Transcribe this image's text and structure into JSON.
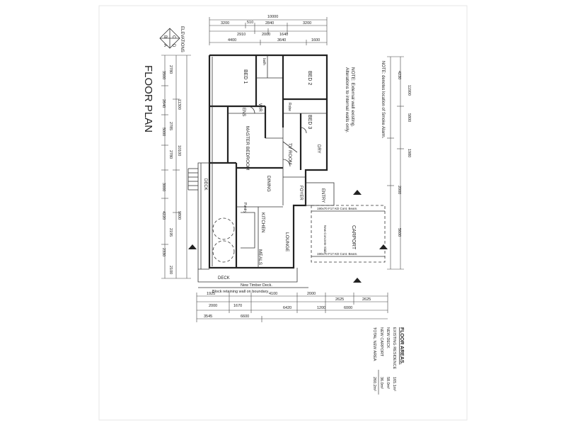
{
  "drawing": {
    "title": "FLOOR PLAN",
    "elevations_label": "ELEVATIONS",
    "elevation_letters": [
      "A",
      "B",
      "C",
      "D"
    ]
  },
  "notes": {
    "smoke": "NOTE: denotes location of Smoke Alarm.",
    "external": "NOTE: External wall existing.",
    "alterations": "Alterations to internal walls only."
  },
  "rooms": {
    "bed1": "BED 1",
    "bed2": "BED 2",
    "bed3": "BED 3",
    "bath": "bath",
    "ens": "ENS",
    "wir": "WIR",
    "master": "MASTER BEDROOM",
    "tv": "TV ROOM",
    "dining": "DINING",
    "kitchen": "KITCHEN",
    "lounge": "LOUNGE",
    "meals": "MEALS",
    "entry": "ENTRY",
    "foyer": "FOYER",
    "carport": "CARPORT",
    "dry": "DRY",
    "robe": "Robe",
    "deck": "DECK",
    "pantry": "Pantry"
  },
  "annotations": {
    "new_timber_deck": "New Timber Deck.",
    "block_retaining": "Block retaining wall on boundary.",
    "carport_beam_top": "190x70 F17 KD Cont. Beam.",
    "carport_beam_bottom": "190x70 F17 KD Cont. Beam.",
    "new_concrete_slab": "New Concrete Slab"
  },
  "dimensions": {
    "top_overall": "10000",
    "top_row1": [
      "3200",
      "510",
      "2840",
      "3200"
    ],
    "top_row2": [
      "2910",
      "2000",
      "1640"
    ],
    "top_row3": [
      "4400",
      "3640",
      "1600"
    ],
    "left_outer": [
      "2780",
      "2785",
      "2780",
      "2195",
      "2100"
    ],
    "left_middle": [
      "3500",
      "2640",
      "5000",
      "3000",
      "4220",
      "2330"
    ],
    "left_total": [
      "11300",
      "10100",
      "9800"
    ],
    "right_outer": [
      "4230",
      "2000",
      "5600"
    ],
    "right_middle": [
      "5800",
      "11900",
      "1980"
    ],
    "bottom_row1": [
      "1925",
      "4100",
      "2000",
      "2625",
      "2625"
    ],
    "bottom_row2": [
      "2000",
      "1670",
      "6420",
      "1200",
      "6000"
    ],
    "bottom_row3": [
      "3545",
      "6600"
    ]
  },
  "floor_areas": {
    "title": "FLOOR AREAS.",
    "rows": [
      {
        "label": "EXISTING RESIDENCE",
        "value": "165.1m²"
      },
      {
        "label": "NEW DECK",
        "value": "58.0m²"
      },
      {
        "label": "NEW CARPORT",
        "value": "36.0m²"
      },
      {
        "label": "TOTAL NEW AREA",
        "value": "260.2m²"
      }
    ]
  }
}
